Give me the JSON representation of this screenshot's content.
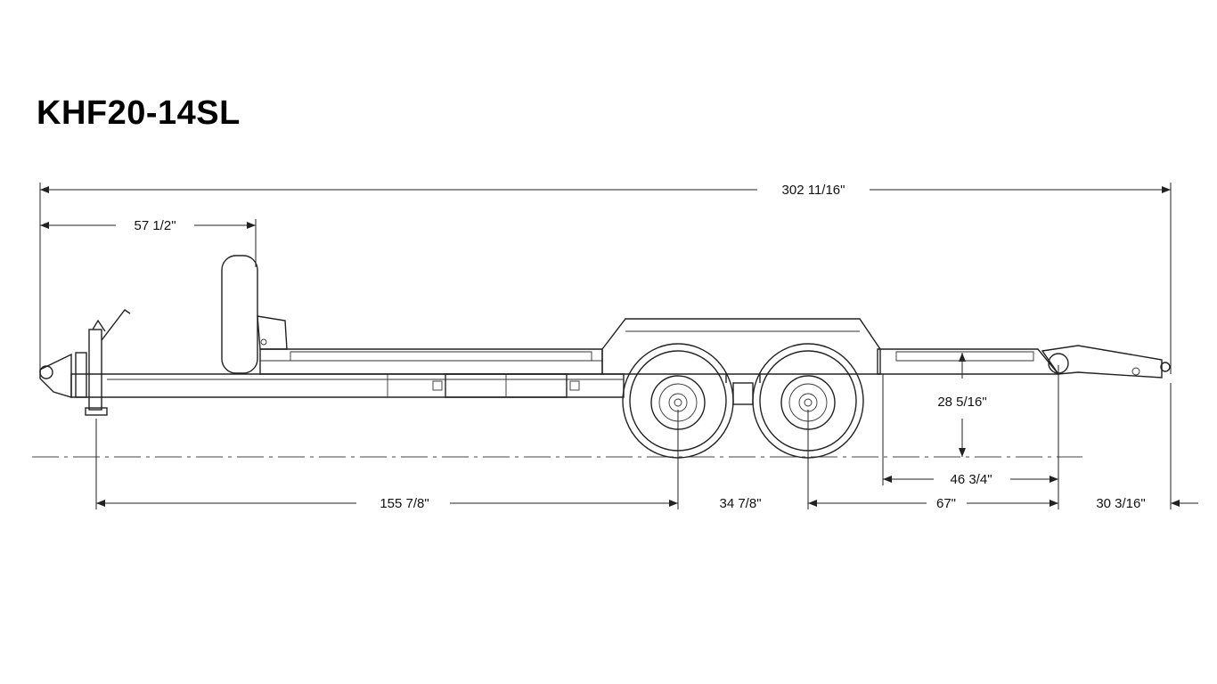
{
  "title": "KHF20-14SL",
  "dimensions": {
    "overall_length": "302 11/16\"",
    "coupler_to_fender": "57 1/2\"",
    "jack_to_axle": "155 7/8\"",
    "axle_spacing": "34 7/8\"",
    "axle_to_ramp_pivot": "67\"",
    "ramp_overhang": "30 3/16\"",
    "deck_height": "28 5/16\"",
    "ramp_length": "46 3/4\""
  }
}
